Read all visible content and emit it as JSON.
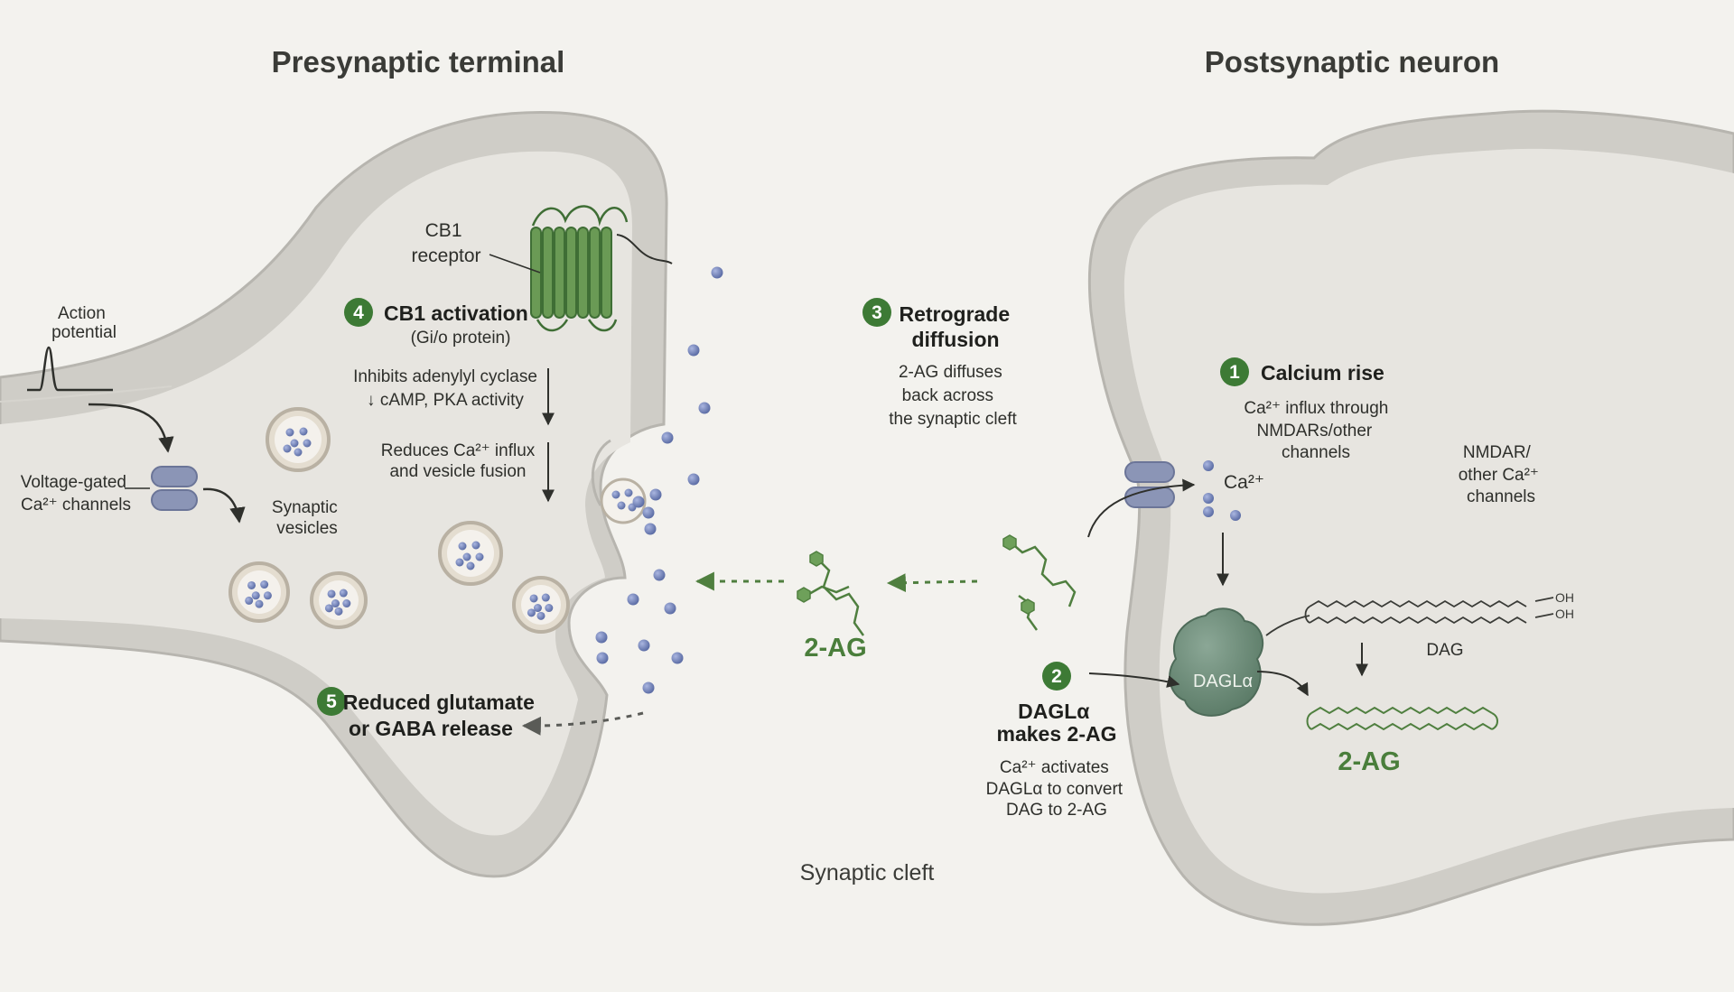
{
  "headings": {
    "presynaptic": "Presynaptic terminal",
    "postsynaptic": "Postsynaptic neuron",
    "cleft": "Synaptic cleft"
  },
  "presynaptic": {
    "action_potential": [
      "Action",
      "potential"
    ],
    "vgcc": [
      "Voltage-gated",
      "Ca²⁺ channels"
    ],
    "vesicles": [
      "Synaptic",
      "vesicles"
    ],
    "cb1_receptor": [
      "CB1",
      "receptor"
    ]
  },
  "steps": [
    {
      "num": "1",
      "title": [
        "Calcium rise"
      ],
      "body": [
        "Ca²⁺ influx through",
        "NMDARs/other",
        "channels"
      ]
    },
    {
      "num": "2",
      "title": [
        "DAGLα",
        "makes 2-AG"
      ],
      "body": [
        "Ca²⁺ activates",
        "DAGLα to convert",
        "DAG to 2-AG"
      ]
    },
    {
      "num": "3",
      "title": [
        "Retrograde",
        "diffusion"
      ],
      "body": [
        "2-AG diffuses",
        "back across",
        "the synaptic cleft"
      ]
    },
    {
      "num": "4",
      "title": [
        "CB1 activation"
      ],
      "body": [
        "(Gi/o protein)",
        "Inhibits adenylyl cyclase",
        "↓ cAMP, PKA activity",
        "Reduces Ca²⁺ influx",
        "and vesicle fusion"
      ]
    },
    {
      "num": "5",
      "title": [
        "Reduced glutamate",
        "or GABA release"
      ],
      "body": []
    }
  ],
  "postsynaptic": {
    "ca_ion": "Ca²⁺",
    "channels": [
      "NMDAR/",
      "other Ca²⁺",
      "channels"
    ],
    "enzyme": "DAGLα",
    "dag": "DAG",
    "oh": "OH",
    "product": "2-AG"
  },
  "cleft_molecule": "2-AG",
  "colors": {
    "background": "#f3f2ee",
    "cell_fill": "#e7e5e0",
    "membrane": "#c9c7c1",
    "accent_green": "#3d7a35",
    "molecule_green": "#5e8f4a",
    "ion_blue": "#6f7fb3",
    "channel": "#8b95b6",
    "enzyme": "#6f8f7a"
  }
}
